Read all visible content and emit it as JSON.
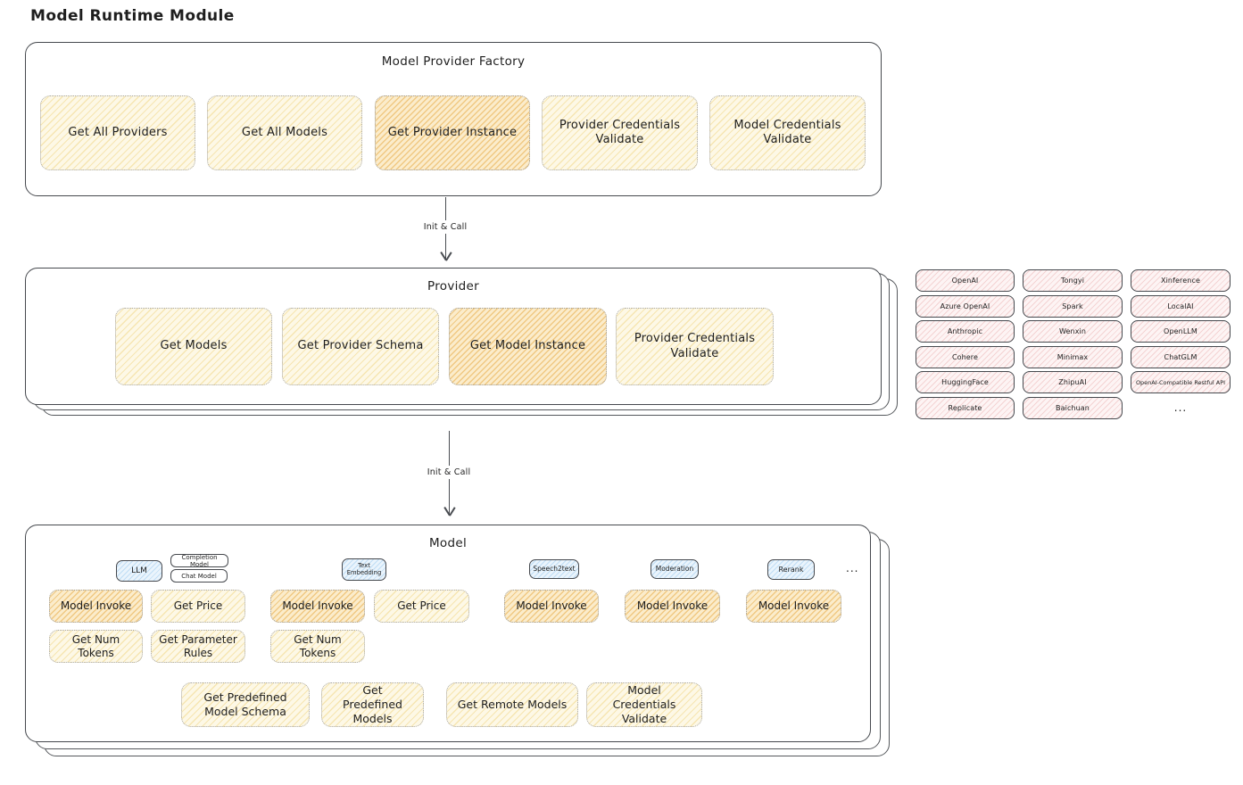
{
  "title": "Model Runtime Module",
  "colors": {
    "yellow_fill": "#fdf8e6",
    "orange_fill": "#fbeccb",
    "pink_fill": "#fdf4f4",
    "blue_fill": "#eaf4fc",
    "stroke": "#46494e"
  },
  "factory": {
    "title": "Model Provider Factory",
    "boxes": [
      {
        "label": "Get All Providers",
        "variant": "yellow"
      },
      {
        "label": "Get All Models",
        "variant": "yellow"
      },
      {
        "label": "Get Provider Instance",
        "variant": "orange"
      },
      {
        "label": "Provider Credentials Validate",
        "variant": "yellow"
      },
      {
        "label": "Model Credentials Validate",
        "variant": "yellow"
      }
    ]
  },
  "arrows": [
    {
      "label": "Init & Call"
    },
    {
      "label": "Init & Call"
    }
  ],
  "provider": {
    "title": "Provider",
    "boxes": [
      {
        "label": "Get Models",
        "variant": "yellow"
      },
      {
        "label": "Get Provider Schema",
        "variant": "yellow"
      },
      {
        "label": "Get Model Instance",
        "variant": "orange"
      },
      {
        "label": "Provider Credentials Validate",
        "variant": "yellow"
      }
    ]
  },
  "providers_grid": {
    "items": [
      "OpenAI",
      "Tongyi",
      "Xinference",
      "Azure OpenAI",
      "Spark",
      "LocalAI",
      "Anthropic",
      "Wenxin",
      "OpenLLM",
      "Cohere",
      "Minimax",
      "ChatGLM",
      "HuggingFace",
      "ZhipuAI",
      "OpenAI-Compatible Restful API",
      "Replicate",
      "Baichuan"
    ],
    "more": "..."
  },
  "model": {
    "title": "Model",
    "tags": [
      "LLM",
      "Completion Model",
      "Chat Model",
      "Text Embedding",
      "Speech2text",
      "Moderation",
      "Rerank"
    ],
    "more": "...",
    "ops": [
      {
        "label": "Model Invoke",
        "variant": "orange"
      },
      {
        "label": "Get Price",
        "variant": "yellow"
      },
      {
        "label": "Model Invoke",
        "variant": "orange"
      },
      {
        "label": "Get Price",
        "variant": "yellow"
      },
      {
        "label": "Model Invoke",
        "variant": "orange"
      },
      {
        "label": "Model Invoke",
        "variant": "orange"
      },
      {
        "label": "Model Invoke",
        "variant": "orange"
      },
      {
        "label": "Get Num Tokens",
        "variant": "yellow"
      },
      {
        "label": "Get Parameter Rules",
        "variant": "yellow"
      },
      {
        "label": "Get Num Tokens",
        "variant": "yellow"
      }
    ],
    "bottom_boxes": [
      {
        "label": "Get Predefined Model Schema"
      },
      {
        "label": "Get Predefined Models"
      },
      {
        "label": "Get Remote Models"
      },
      {
        "label": "Model Credentials Validate"
      }
    ]
  }
}
